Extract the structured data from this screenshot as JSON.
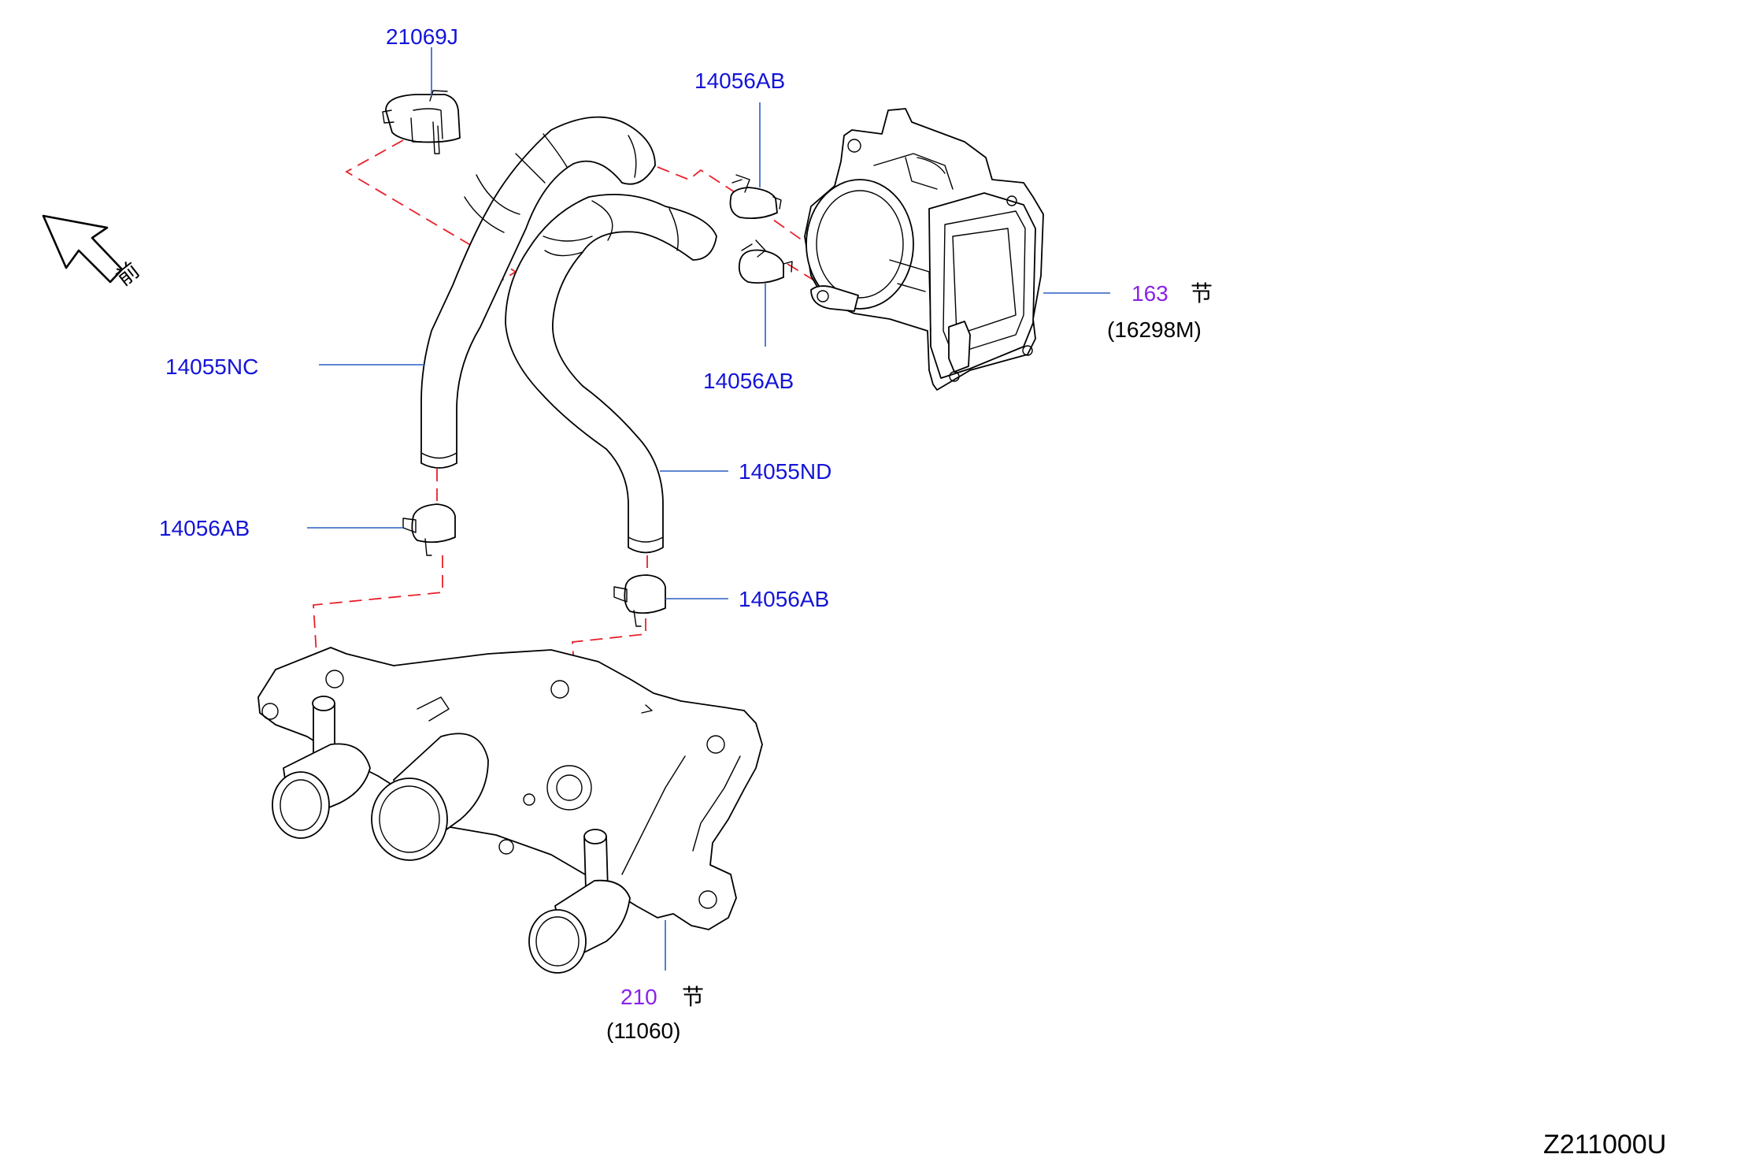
{
  "diagram_id": "Z211000U",
  "front_indicator": "前",
  "callouts": {
    "clip_top": "21069J",
    "clamp_top_right": "14056AB",
    "clamp_mid_right": "14056AB",
    "hose_left": "14055NC",
    "hose_right": "14055ND",
    "clamp_left_lower": "14056AB",
    "clamp_right_lower": "14056AB"
  },
  "throttle_section": {
    "section": "163",
    "suffix": "节",
    "part": "(16298M)"
  },
  "water_outlet_section": {
    "section": "210",
    "suffix": "节",
    "part": "(11060)"
  },
  "colors": {
    "part_number": "#1414d8",
    "section_ref": "#8a22e8",
    "leader": "#2a5fc0",
    "phantom_line": "#e8202a"
  },
  "icons": [
    "front-arrow-icon"
  ]
}
